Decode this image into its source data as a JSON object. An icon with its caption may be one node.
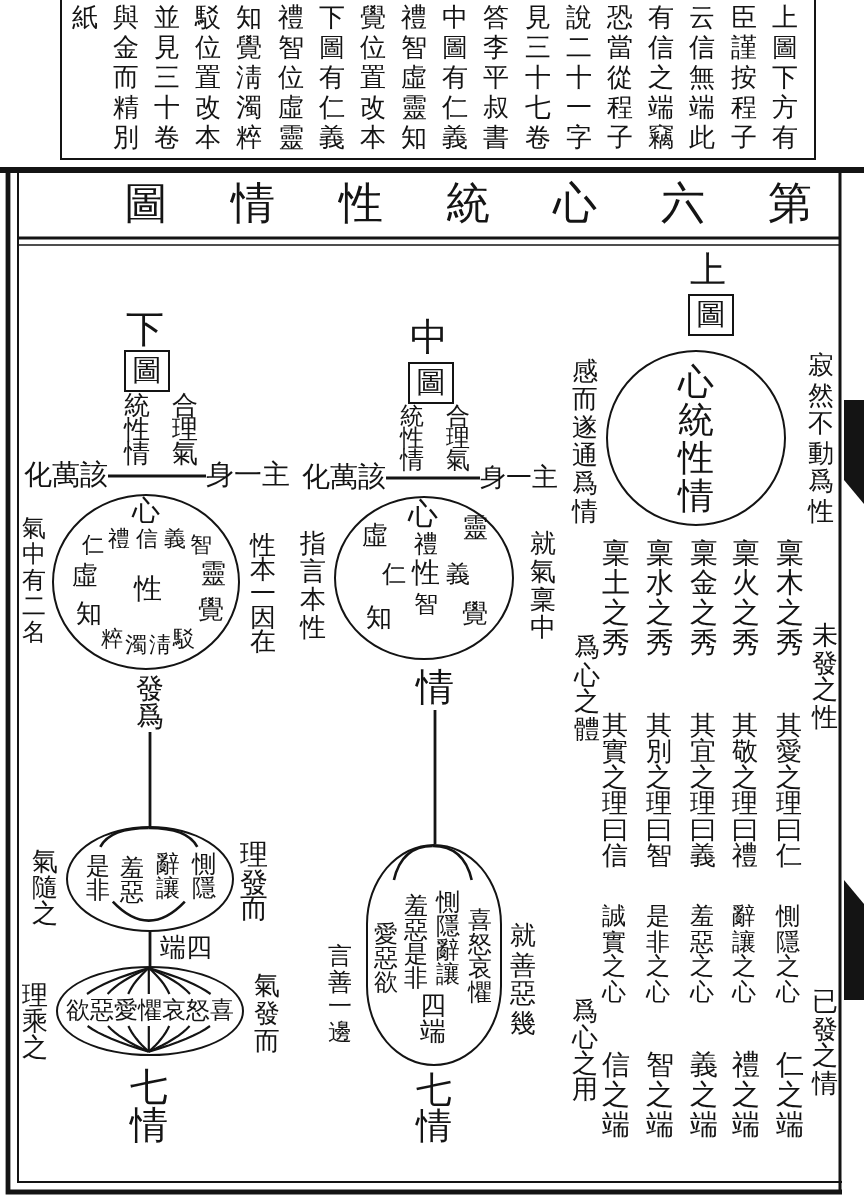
{
  "diagram": {
    "title": "圖情性統心六第",
    "nodes": [
      {
        "text": [
          "上圖下方有臣謹按程子云信無端此有信之端竊恐當從程子說二十一字見三十七卷答李平叔書中圖有仁義禮智虛靈知覺位置改本下圖有仁義禮智位虛靈知覺淸濁粹駁位置改本並見三十卷與金而精別紙"
        ]
      },
      {
        "text": [
          "圖"
        ],
        "beside": [
          "上"
        ]
      },
      {
        "text": [
          "心統性情"
        ],
        "beside": [
          "寂然不動爲性",
          "感而遂通爲情"
        ]
      },
      {
        "text": [
          "圖"
        ],
        "beside": [
          "中"
        ]
      },
      {
        "text": [
          "身一主"
        ]
      },
      {
        "text": [
          "化萬該"
        ]
      },
      {
        "text": [
          "心",
          "靈",
          "虛",
          "禮",
          "仁",
          "性",
          "義",
          "智",
          "覺",
          "知"
        ],
        "beside": [
          "就氣稟中",
          "指言本性"
        ]
      },
      {
        "text": [
          "情"
        ]
      },
      {
        "text": [
          "喜怒哀懼",
          "惻隱辭讓",
          "羞惡是非",
          "四端",
          "愛惡欲"
        ],
        "beside": [
          "就善惡幾",
          "言善一邊",
          "七情"
        ]
      },
      {
        "text": [
          "圖"
        ],
        "beside": [
          "下"
        ]
      },
      {
        "text": [
          "身一主"
        ]
      },
      {
        "text": [
          "化萬該"
        ]
      },
      {
        "text": [
          "心",
          "仁",
          "禮",
          "信",
          "義",
          "智",
          "虛",
          "靈",
          "性",
          "知",
          "覺",
          "粹",
          "濁",
          "淸",
          "駁"
        ],
        "beside": [
          "性本一因在",
          "氣中有二名"
        ]
      },
      {
        "text": [
          "發爲"
        ]
      },
      {
        "text": [
          "惻隱",
          "辭讓",
          "羞惡",
          "是非"
        ],
        "beside": [
          "理發而",
          "氣隨之",
          "端四"
        ]
      },
      {
        "text": [
          "欲惡愛懼哀怒喜"
        ],
        "beside": [
          "氣發而",
          "理乘之",
          "七情"
        ]
      }
    ],
    "edges": [
      {
        "from": 5,
        "to": 4,
        "arrow": "none"
      },
      {
        "from": 11,
        "to": 10,
        "arrow": "none"
      },
      {
        "from": 7,
        "to": 8,
        "arrow": "none"
      },
      {
        "from": 13,
        "to": 14,
        "arrow": "none"
      },
      {
        "from": 14,
        "to": 15,
        "arrow": "none"
      }
    ],
    "labels": [
      "未發之性",
      "稟木之秀",
      "稟火之秀",
      "稟金之秀",
      "稟水之秀",
      "稟土之秀",
      "爲心之體",
      "其愛之理曰仁",
      "其敬之理曰禮",
      "其宜之理曰義",
      "其別之理曰智",
      "其實之理曰信",
      "已發之情",
      "惻隱之心",
      "辭讓之心",
      "羞惡之心",
      "是非之心",
      "誠實之心",
      "爲心之用",
      "仁之端",
      "禮之端",
      "義之端",
      "智之端",
      "信之端",
      "合理氣",
      "統性情",
      "合理氣",
      "統性情"
    ]
  }
}
